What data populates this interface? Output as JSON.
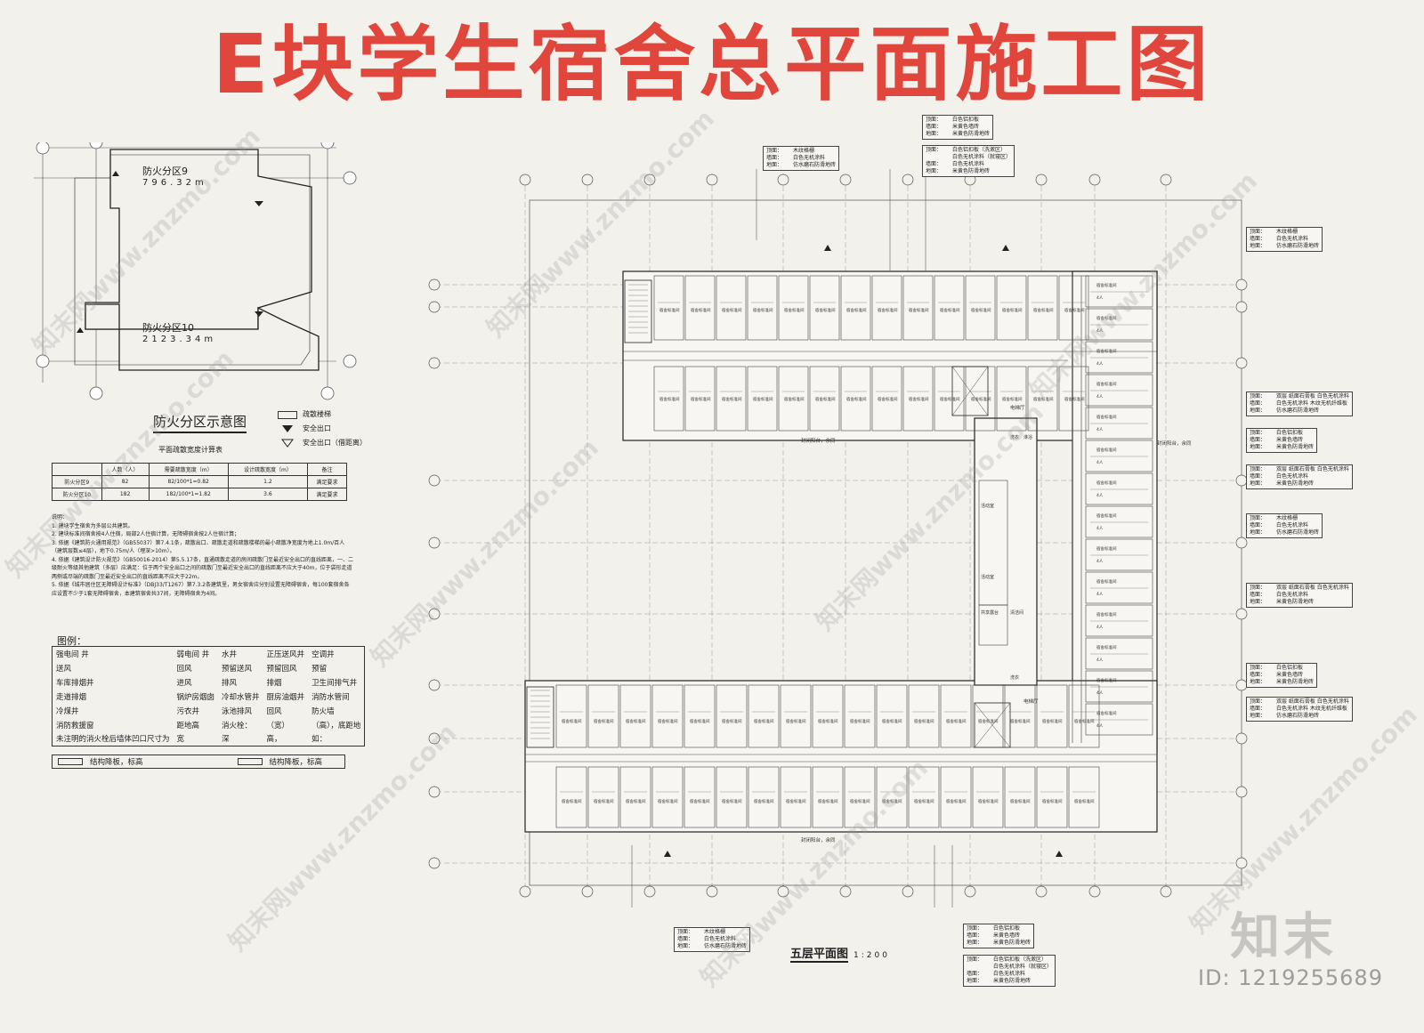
{
  "title": "E块学生宿舍总平面施工图",
  "zones": [
    {
      "name": "防火分区9",
      "area": "796.32m"
    },
    {
      "name": "防火分区10",
      "area": "2123.34m"
    }
  ],
  "schematic_title": "防火分区示意图",
  "schematic_legend": [
    "疏散楼梯",
    "安全出口",
    "安全出口（借距离）"
  ],
  "calc_title": "平面疏散宽度计算表",
  "calc_table": {
    "headers": [
      "",
      "人数（人）",
      "需要疏散宽度（m）",
      "设计疏散宽度（m）",
      "备注"
    ],
    "rows": [
      [
        "防火分区9",
        "82",
        "82/100*1=0.82",
        "1.2",
        "满足要求"
      ],
      [
        "防火分区10",
        "182",
        "182/100*1=1.82",
        "3.6",
        "满足要求"
      ]
    ]
  },
  "notes": [
    "说明：",
    "1. 建块学生宿舍为多层公共建筑。",
    "2. 建块标准间宿舍按4人住宿，局部2人住宿计算，无障碍宿舍按2人住宿计算；",
    "3. 依据《建筑防火通用规范》（GB55037）第7.4.1条，疏散出口、疏散走道和疏散楼梯的最小疏散净宽度为地上1.0m/百人（建筑层数≤4层），地下0.75m/人（埋深>10m）。",
    "4. 依据《建筑设计防火规范》（GB50016-2014）第5.5.17条，直通疏散走道的房间疏散门至最近安全出口的直线距离，一、二级耐火等级其他建筑（多层）应满足：位于两个安全出口之间的疏散门至最近安全出口的直线距离不应大于40m，位于袋形走道两侧或尽端的疏散门至最近安全出口的直线距离不应大于22m。",
    "5. 依据《城市居住区无障碍设计标准》（DBJ33/T1267）第7.3.2条建筑里，男女宿舍应分别设置无障碍宿舍，每100套宿舍各应设置不少于1套无障碍宿舍，本建筑宿舍共37间，无障碍宿舍为4间。"
  ],
  "legend_title": "图例：",
  "legend_rows": [
    [
      "强电间 井",
      "弱电间 井",
      "水井",
      "正压送风井",
      "空调井"
    ],
    [
      "送风",
      "回风",
      "预留送风",
      "预留回风",
      "预留"
    ],
    [
      "车库排烟井",
      "进风",
      "排风",
      "排烟",
      "卫生间排气井"
    ],
    [
      "走道排烟",
      "锅炉房烟囱",
      "冷却水管井",
      "厨房油烟井",
      "消防水管间"
    ],
    [
      "冷煤井",
      "污衣井",
      "泳池排风",
      "回风",
      "防火墙"
    ],
    [
      "消防救援窗",
      "距地高",
      "消火栓：",
      "（宽）",
      "（高），底距地"
    ],
    [
      "未注明的消火栓后墙体凹口尺寸为",
      "宽",
      "深",
      "高，",
      "如："
    ]
  ],
  "legend_foot": [
    "结构降板，标高",
    "结构降板，标高"
  ],
  "plan_labels": {
    "room": "宿舍标准间",
    "room_people": "4人",
    "elevator": "电梯厅",
    "balcony": "封闭阳台，余同",
    "activity": "活动室",
    "share": "共享露台",
    "clean": "清洁间",
    "laundry": "洗衣",
    "shower": "淋浴"
  },
  "callouts": [
    {
      "id": "c1",
      "lines": [
        [
          "顶面：",
          "木纹格栅"
        ],
        [
          "墙面：",
          "白色无机涂料"
        ],
        [
          "地面：",
          "仿水磨石防滑地砖"
        ]
      ]
    },
    {
      "id": "c2",
      "lines": [
        [
          "顶面：",
          "白色铝扣板"
        ],
        [
          "墙面：",
          "米黄色墙砖"
        ],
        [
          "地面：",
          "米黄色防滑地砖"
        ]
      ]
    },
    {
      "id": "c3",
      "lines": [
        [
          "顶面：",
          "白色铝扣板（洗漱区）"
        ],
        [
          "",
          "白色无机涂料（就寝区）"
        ],
        [
          "墙面：",
          "白色无机涂料"
        ],
        [
          "地面：",
          "米黄色防滑地砖"
        ]
      ]
    },
    {
      "id": "c4",
      "lines": [
        [
          "顶面：",
          "木纹格栅"
        ],
        [
          "墙面：",
          "白色无机涂料"
        ],
        [
          "地面：",
          "仿水磨石防滑地砖"
        ]
      ]
    },
    {
      "id": "c5",
      "lines": [
        [
          "顶面：",
          "双层 纸面石膏板 白色无机涂料"
        ],
        [
          "墙面：",
          "白色无机涂料 木纹无机纤维板"
        ],
        [
          "地面：",
          "仿水磨石防滑地砖"
        ]
      ]
    },
    {
      "id": "c6",
      "lines": [
        [
          "顶面：",
          "白色铝扣板"
        ],
        [
          "墙面：",
          "米黄色墙砖"
        ],
        [
          "地面：",
          "米黄色防滑地砖"
        ]
      ]
    },
    {
      "id": "c7",
      "lines": [
        [
          "顶面：",
          "双层 纸面石膏板 白色无机涂料"
        ],
        [
          "墙面：",
          "白色无机涂料"
        ],
        [
          "地面：",
          "米黄色防滑地砖"
        ]
      ]
    },
    {
      "id": "c8",
      "lines": [
        [
          "顶面：",
          "木纹格栅"
        ],
        [
          "墙面：",
          "白色无机涂料"
        ],
        [
          "地面：",
          "仿水磨石防滑地砖"
        ]
      ]
    },
    {
      "id": "c9",
      "lines": [
        [
          "顶面：",
          "双层 纸面石膏板 白色无机涂料"
        ],
        [
          "墙面：",
          "白色无机涂料"
        ],
        [
          "地面：",
          "米黄色防滑地砖"
        ]
      ]
    },
    {
      "id": "c10",
      "lines": [
        [
          "顶面：",
          "白色铝扣板"
        ],
        [
          "墙面：",
          "米黄色墙砖"
        ],
        [
          "地面：",
          "米黄色防滑地砖"
        ]
      ]
    },
    {
      "id": "c11",
      "lines": [
        [
          "顶面：",
          "双层 纸面石膏板 白色无机涂料"
        ],
        [
          "墙面：",
          "白色无机涂料 木纹无机纤维板"
        ],
        [
          "地面：",
          "仿水磨石防滑地砖"
        ]
      ]
    },
    {
      "id": "c12",
      "lines": [
        [
          "顶面：",
          "木纹格栅"
        ],
        [
          "墙面：",
          "白色无机涂料"
        ],
        [
          "地面：",
          "仿水磨石防滑地砖"
        ]
      ]
    },
    {
      "id": "c13",
      "lines": [
        [
          "顶面：",
          "白色铝扣板"
        ],
        [
          "墙面：",
          "米黄色墙砖"
        ],
        [
          "地面：",
          "米黄色防滑地砖"
        ]
      ]
    },
    {
      "id": "c14",
      "lines": [
        [
          "顶面：",
          "白色铝扣板（洗漱区）"
        ],
        [
          "",
          "白色无机涂料（就寝区）"
        ],
        [
          "墙面：",
          "白色无机涂料"
        ],
        [
          "地面：",
          "米黄色防滑地砖"
        ]
      ]
    }
  ],
  "plan_caption": {
    "name": "五层平面图",
    "scale": "1:200"
  },
  "watermark": "知末网www.znzmo.com",
  "brand": "知末",
  "image_id": "ID: 1219255689",
  "colors": {
    "title": "#e0463c",
    "paper": "#f3f1ec",
    "line": "#333333"
  }
}
